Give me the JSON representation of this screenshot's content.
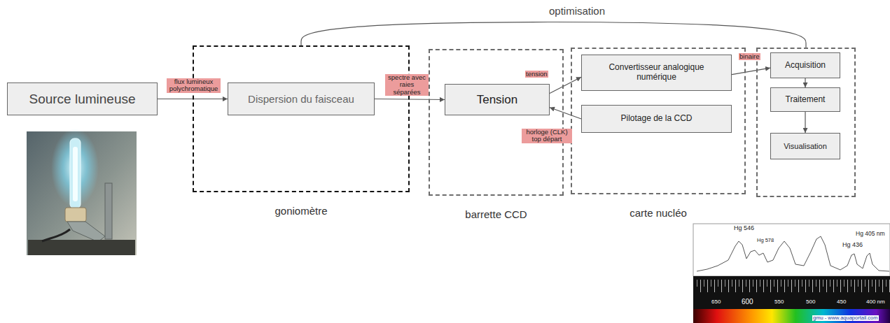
{
  "diagram": {
    "nodes": [
      {
        "text": [
          "Source lumineuse"
        ]
      },
      {
        "text": [
          "goniomètre"
        ]
      },
      {
        "text": [
          "Dispersion du faisceau"
        ],
        "in": 1
      },
      {
        "text": [
          "barrette CCD"
        ]
      },
      {
        "text": [
          "Tension"
        ],
        "in": 3
      },
      {
        "text": [
          "carte nucléo"
        ]
      },
      {
        "text": [
          "Convertisseur analogique numérique"
        ],
        "in": 5
      },
      {
        "text": [
          "Pilotage de la CCD"
        ],
        "in": 5
      },
      {
        "text": []
      },
      {
        "text": [
          "Acquisition"
        ],
        "in": 8
      },
      {
        "text": [
          "Traitement"
        ],
        "in": 8
      },
      {
        "text": [
          "Visualisation"
        ],
        "in": 8
      }
    ],
    "edges": [
      {
        "from": 0,
        "to": 2,
        "label": "flux lumineux polychromatique",
        "arrow": "to"
      },
      {
        "from": 2,
        "to": 4,
        "label": "spectre avec raies séparées",
        "arrow": "to"
      },
      {
        "from": 4,
        "to": 6,
        "label": "tension",
        "arrow": "to"
      },
      {
        "from": 7,
        "to": 4,
        "label": "horloge (CLK) top départ",
        "arrow": "to"
      },
      {
        "from": 6,
        "to": 9,
        "label": "binaire",
        "arrow": "to"
      },
      {
        "from": 9,
        "to": 10,
        "arrow": "to"
      },
      {
        "from": 10,
        "to": 11,
        "arrow": "to"
      },
      {
        "from": 8,
        "to": 1,
        "label": "optimisation",
        "arrow": "none"
      }
    ],
    "labels": [
      "Hg 546",
      "Hg 578",
      "Hg 405 nm",
      "Hg 436",
      "650",
      "600",
      "550",
      "500",
      "450",
      "400 nm",
      "gmu - www.aquaportail.com"
    ]
  }
}
